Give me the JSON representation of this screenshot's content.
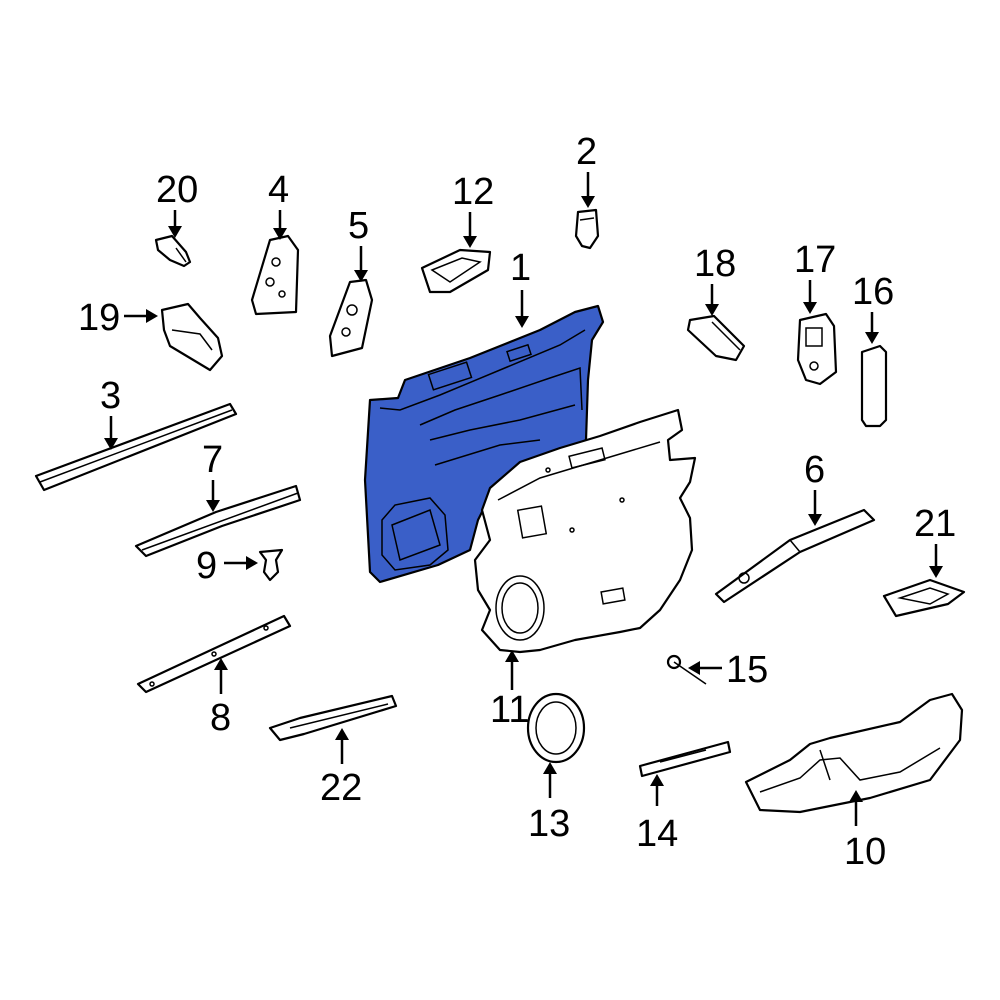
{
  "diagram": {
    "highlight_color": "#3a5fc8",
    "callouts": [
      {
        "id": "1",
        "label": "1"
      },
      {
        "id": "2",
        "label": "2"
      },
      {
        "id": "3",
        "label": "3"
      },
      {
        "id": "4",
        "label": "4"
      },
      {
        "id": "5",
        "label": "5"
      },
      {
        "id": "6",
        "label": "6"
      },
      {
        "id": "7",
        "label": "7"
      },
      {
        "id": "8",
        "label": "8"
      },
      {
        "id": "9",
        "label": "9"
      },
      {
        "id": "10",
        "label": "10"
      },
      {
        "id": "11",
        "label": "11"
      },
      {
        "id": "12",
        "label": "12"
      },
      {
        "id": "13",
        "label": "13"
      },
      {
        "id": "14",
        "label": "14"
      },
      {
        "id": "15",
        "label": "15"
      },
      {
        "id": "16",
        "label": "16"
      },
      {
        "id": "17",
        "label": "17"
      },
      {
        "id": "18",
        "label": "18"
      },
      {
        "id": "19",
        "label": "19"
      },
      {
        "id": "20",
        "label": "20"
      },
      {
        "id": "21",
        "label": "21"
      },
      {
        "id": "22",
        "label": "22"
      }
    ]
  }
}
